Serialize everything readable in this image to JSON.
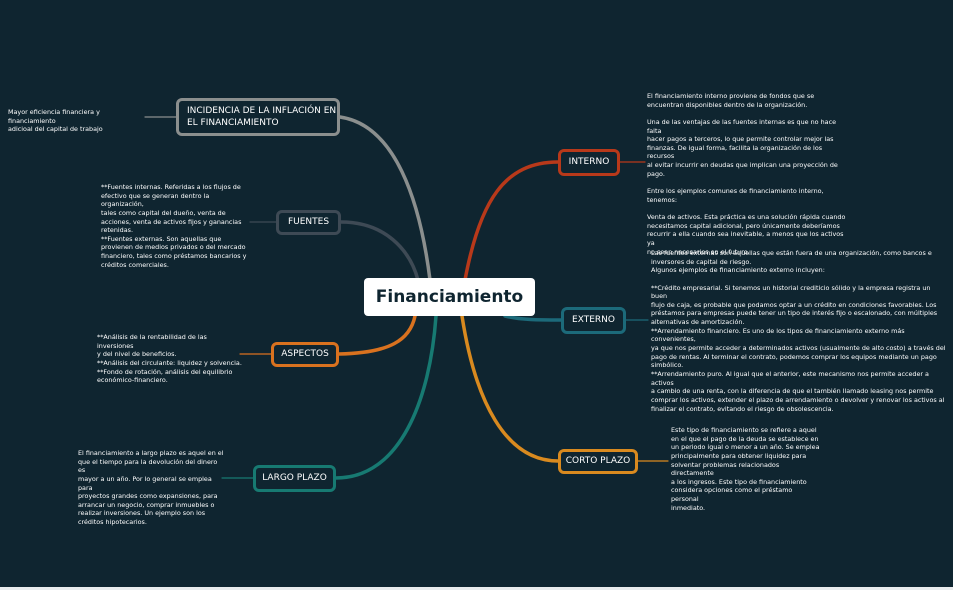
{
  "central": {
    "title": "Financiamiento"
  },
  "branches": [
    {
      "id": "inflacion",
      "label": "INCIDENCIA DE LA INFLACIÓN EN\nEL FINANCIAMIENTO",
      "color": "#8b8f8e",
      "note": "Mayor eficiencia financiera y financiamiento\nadicioal del capital de trabajo"
    },
    {
      "id": "fuentes",
      "label": "FUENTES",
      "color": "#3e4a55",
      "note": "**Fuentes internas. Referidas a los flujos de\nefectivo que se generan dentro la organización,\ntales como capital del dueño, venta de\nacciones, venta de activos fijos y ganancias\nretenidas.\n**Fuentes externas. Son aquellas que\nprovienen de medios privados o del mercado\nfinanciero, tales como préstamos bancarios y\ncréditos comerciales."
    },
    {
      "id": "aspectos",
      "label": "ASPECTOS",
      "color": "#d9721f",
      "note": "**Análisis de la rentabilidad de las inversiones\ny del nivel de beneficios.\n**Análisis del circulante: liquidez y solvencia.\n**Fondo de rotación, análisis del equilibrio\neconómico-financiero."
    },
    {
      "id": "largo",
      "label": "LARGO PLAZO",
      "color": "#177a72",
      "note": "El financiamiento a largo plazo es aquel en el\nque el tiempo para la devolución del dinero es\nmayor a un año. Por lo general se emplea para\nproyectos grandes como expansiones, para\narrancar un negocio, comprar inmuebles o\nrealizar inversiones. Un ejemplo son los\ncréditos hipotecarios."
    },
    {
      "id": "interno",
      "label": "INTERNO",
      "color": "#b8391a",
      "note": "El financiamiento interno proviene de fondos que se\nencuentran disponibles dentro de la organización.\n\nUna de las ventajas de las fuentes internas es que no hace falta\nhacer pagos a terceros, lo que permite controlar mejor las\nfinanzas. De igual forma, facilita la organización de los recursos\nal evitar incurrir en deudas que implican una proyección de\npago.\n\nEntre los ejemplos comunes de financiamiento interno,\ntenemos:\n\nVenta de activos. Esta práctica es una solución rápida cuando\nnecesitamos capital adicional, pero únicamente deberíamos\nrecurrir a ella cuando sea inevitable, a menos que los activos ya\nno sean necesarios en el futuro."
    },
    {
      "id": "externo",
      "label": "EXTERNO",
      "color": "#1c6a7a",
      "note": "Las fuentes externas son aquellas que están fuera de una organización, como bancos e\ninversores de capital de riesgo.\nAlgunos ejemplos de financiamiento externo incluyen:\n\n**Crédito empresarial. Si tenemos un historial crediticio sólido y la empresa registra un buen\nflujo de caja, es probable que podamos optar a un crédito en condiciones favorables. Los\npréstamos para empresas puede tener un tipo de interés fijo o escalonado, con múltiples\nalternativas de amortización.\n**Arrendamiento financiero. Es uno de los tipos de financiamiento externo más convenientes,\nya que nos permite acceder a determinados activos (usualmente de alto costo) a través del\npago de rentas. Al terminar el contrato, podemos comprar los equipos mediante un pago\nsimbólico.\n**Arrendamiento puro. Al igual que el anterior, este mecanismo nos permite acceder a activos\na cambio de una renta, con la diferencia de que el también llamado leasing nos permite\ncomprar los activos, extender el plazo de arrendamiento o devolver y renovar los activos al\nfinalizar el contrato, evitando el riesgo de obsolescencia."
    },
    {
      "id": "corto",
      "label": "CORTO PLAZO",
      "color": "#d98a1f",
      "note": "Este tipo de financiamiento se refiere a aquel\nen el que el pago de la deuda se establece en\nun periodo igual o menor a un año. Se emplea\nprincipalmente para obtener liquidez para\nsolventar problemas relacionados directamente\na los ingresos. Este tipo de financiamiento\nconsidera opciones como el préstamo personal\ninmediato."
    }
  ]
}
